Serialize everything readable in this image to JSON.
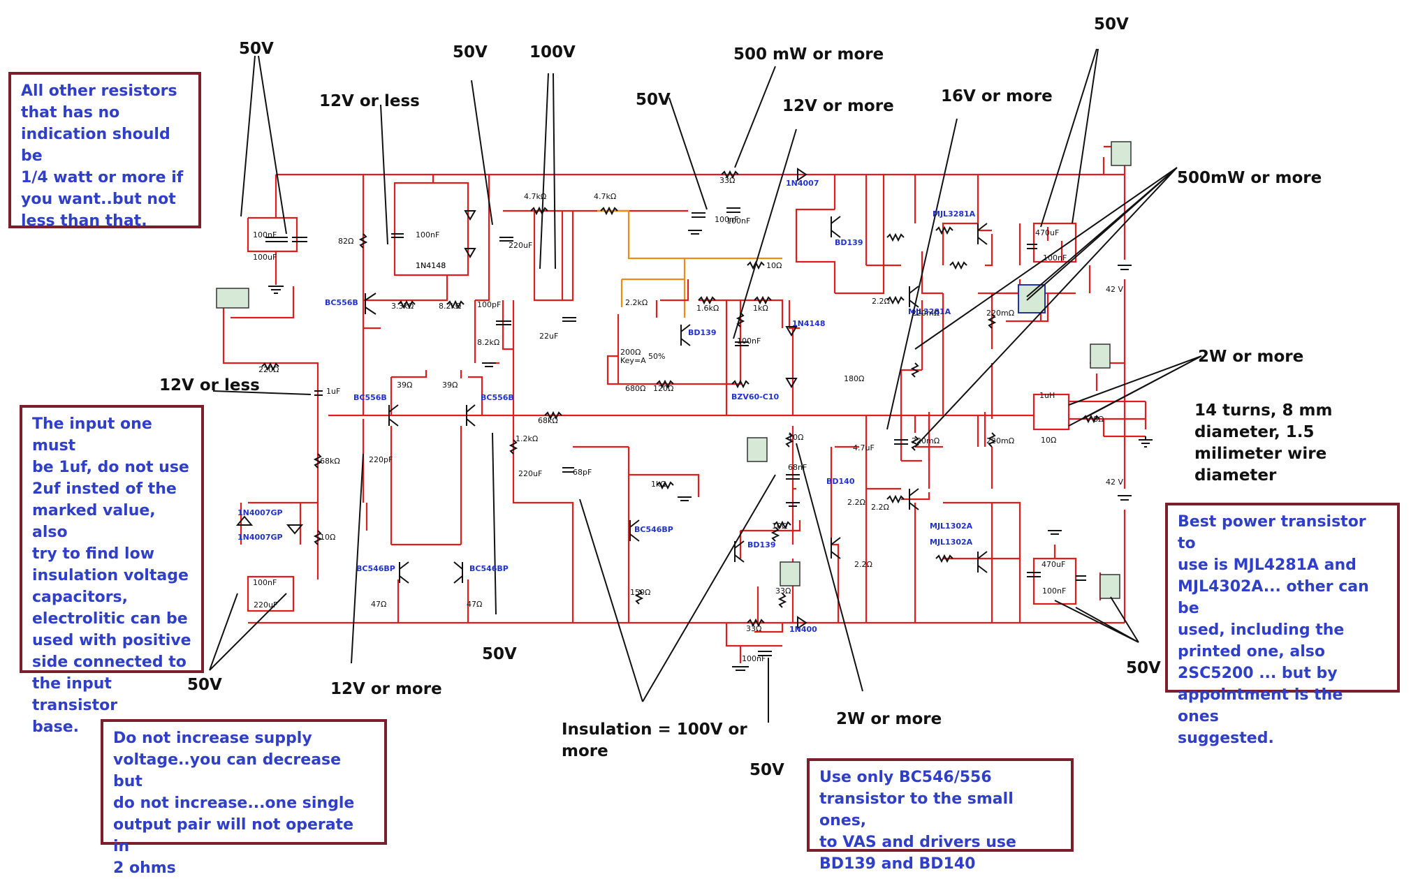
{
  "notes": {
    "resistors": "All other resistors\nthat has no\nindication should be\n1/4 watt or more if\nyou want..but not\nless than that.",
    "input": "The input one must\nbe 1uf, do not use\n2uf insted of the\nmarked value, also\ntry to find low\ninsulation voltage\ncapacitors,\nelectrolitic can be\nused with positive\nside connected to\nthe input transistor\nbase.",
    "supply": "Do not increase supply\nvoltage..you can decrease but\ndo not increase...one single\noutput pair will not operate in\n2 ohms",
    "transistors": "Use only BC546/556\ntransistor to the small ones,\nto VAS and drivers use\nBD139 and BD140",
    "power": "Best power transistor to\nuse is MJL4281A and\nMJL4302A... other can be\nused, including the\nprinted one, also\n2SC5200 ... but by\nappointment is the ones\nsuggested."
  },
  "labels": {
    "v50_a": "50V",
    "v50_b": "50V",
    "v100": "100V",
    "v12less_a": "12V or less",
    "v50_c": "50V",
    "mw500": "500 mW or more",
    "v12more_a": "12V or more",
    "v16more": "16V or more",
    "v50_d": "50V",
    "mw500b": "500mW or more",
    "w2_a": "2W or more",
    "coil": "14 turns, 8 mm\ndiameter, 1.5\nmilimeter wire\ndiameter",
    "v12less_b": "12V or less",
    "v50_e": "50V",
    "v12more_b": "12V or more",
    "v50_f": "50V",
    "insulation": "Insulation = 100V or\nmore",
    "v50_g": "50V",
    "w2_b": "2W or more",
    "v50_h": "50V"
  },
  "components": [
    {
      "t": "100nF"
    },
    {
      "t": "100uF"
    },
    {
      "t": "220Ω"
    },
    {
      "t": "1uF"
    },
    {
      "t": "68kΩ"
    },
    {
      "t": "10Ω"
    },
    {
      "t": "1N4007GP"
    },
    {
      "t": "1N4007GP"
    },
    {
      "t": "100nF"
    },
    {
      "t": "220uF"
    },
    {
      "t": "82Ω"
    },
    {
      "t": "BC556B"
    },
    {
      "t": "100nF"
    },
    {
      "t": "1N4148"
    },
    {
      "t": "1N4148"
    },
    {
      "t": "3.3kΩ"
    },
    {
      "t": "8.2kΩ"
    },
    {
      "t": "220uF"
    },
    {
      "t": "100pF"
    },
    {
      "t": "8.2kΩ"
    },
    {
      "t": "39Ω"
    },
    {
      "t": "39Ω"
    },
    {
      "t": "BC556B"
    },
    {
      "t": "BC556B"
    },
    {
      "t": "220pF"
    },
    {
      "t": "1.2kΩ"
    },
    {
      "t": "220uF"
    },
    {
      "t": "68kΩ"
    },
    {
      "t": "BC546BP"
    },
    {
      "t": "BC546BP"
    },
    {
      "t": "47Ω"
    },
    {
      "t": "47Ω"
    },
    {
      "t": "4.7kΩ"
    },
    {
      "t": "4.7kΩ"
    },
    {
      "t": "100nF"
    },
    {
      "t": "22uF"
    },
    {
      "t": "2.2kΩ"
    },
    {
      "t": "200Ω"
    },
    {
      "t": "Key=A"
    },
    {
      "t": "50%"
    },
    {
      "t": "680Ω"
    },
    {
      "t": "120Ω"
    },
    {
      "t": "BD139"
    },
    {
      "t": "1.6kΩ"
    },
    {
      "t": "1kΩ"
    },
    {
      "t": "100nF"
    },
    {
      "t": "10Ω"
    },
    {
      "t": "33Ω"
    },
    {
      "t": "100nF"
    },
    {
      "t": "1N4007"
    },
    {
      "t": "1N4148"
    },
    {
      "t": "BZV60-C10"
    },
    {
      "t": "10Ω"
    },
    {
      "t": "68nF"
    },
    {
      "t": "68pF"
    },
    {
      "t": "1kΩ"
    },
    {
      "t": "BC546BP"
    },
    {
      "t": "150Ω"
    },
    {
      "t": "BD139"
    },
    {
      "t": "10Ω"
    },
    {
      "t": "33Ω"
    },
    {
      "t": "33Ω"
    },
    {
      "t": "100nF"
    },
    {
      "t": "1N400"
    },
    {
      "t": "BD139"
    },
    {
      "t": "2.2Ω"
    },
    {
      "t": "MJL3281A"
    },
    {
      "t": "2.2Ω"
    },
    {
      "t": "MJL3281A"
    },
    {
      "t": "180Ω"
    },
    {
      "t": "4.7uF"
    },
    {
      "t": "BD140"
    },
    {
      "t": "2.2Ω"
    },
    {
      "t": "MJL1302A"
    },
    {
      "t": "MJL1302A"
    },
    {
      "t": "2.2Ω"
    },
    {
      "t": "220mΩ"
    },
    {
      "t": "220mΩ"
    },
    {
      "t": "220mΩ"
    },
    {
      "t": "220mΩ"
    },
    {
      "t": "470uF"
    },
    {
      "t": "100nF"
    },
    {
      "t": "42 V"
    },
    {
      "t": "1uH"
    },
    {
      "t": "8Ω"
    },
    {
      "t": "10Ω"
    },
    {
      "t": "42 V"
    },
    {
      "t": "470uF"
    },
    {
      "t": "100nF"
    }
  ],
  "colors": {
    "wire": "#e21b1b",
    "note_border": "#7a1f2b",
    "note_text": "#2f3fc8",
    "opamp_wire": "#f08a14"
  }
}
